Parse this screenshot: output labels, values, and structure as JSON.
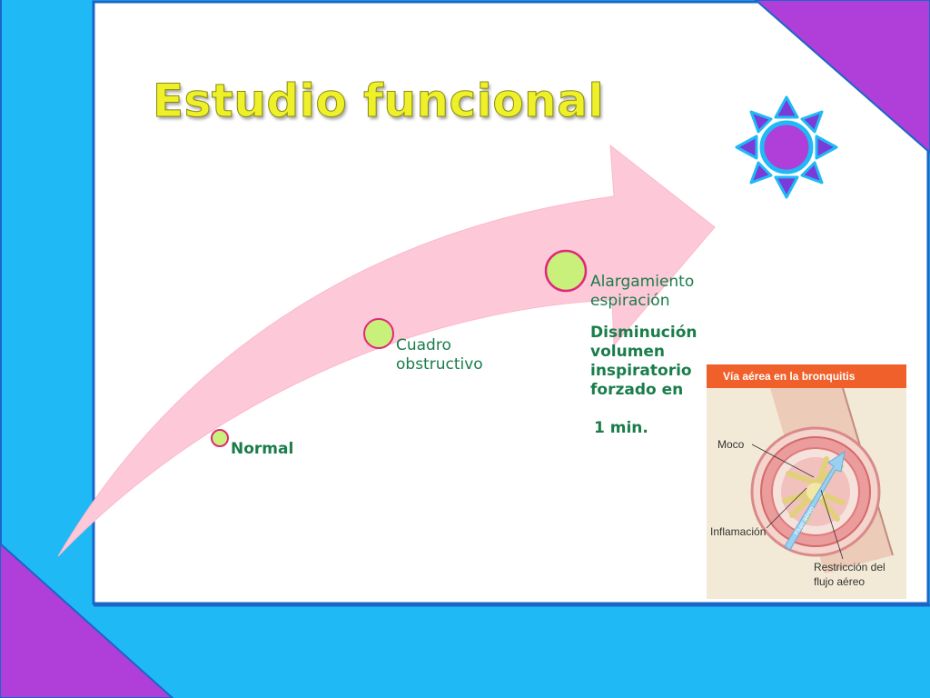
{
  "slide": {
    "title": "Estudio funcional",
    "stages": [
      {
        "label": "Normal"
      },
      {
        "label": "Cuadro obstructivo"
      },
      {
        "label": "Alargamiento espiración",
        "detail": "Disminución volumen inspiratorio forzado en",
        "detail_tail": "1 min."
      }
    ]
  },
  "figure": {
    "header": "Vía aérea en la bronquitis",
    "labels": {
      "moco": "Moco",
      "inflamacion": "Inflamación",
      "restriccion_1": "Restricción del",
      "restriccion_2": "flujo aéreo",
      "flow": "Flujo aéreo"
    }
  },
  "colors": {
    "background_blue": "#1fbaf6",
    "frame_border": "#1a66c8",
    "purple_corner": "#b03ed8",
    "arrow_pink": "#fdc8d8",
    "node_fill": "#c8f07a",
    "node_stroke": "#e0287a",
    "text_green": "#1a7d4a",
    "title_yellow": "#eef02a",
    "figure_header": "#f0602a"
  },
  "icons": [
    "sun-icon"
  ]
}
